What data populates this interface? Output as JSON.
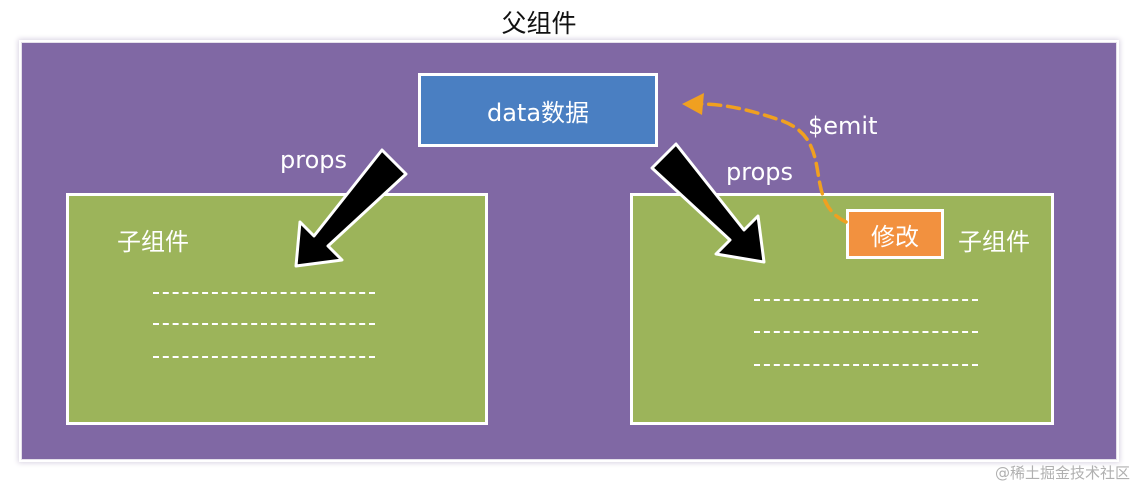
{
  "parent": {
    "title": "父组件"
  },
  "data_box": {
    "label": "data数据"
  },
  "arrows": {
    "left_label": "props",
    "right_label": "props",
    "emit_label": "$emit"
  },
  "children": [
    {
      "label": "子组件",
      "dashed_lines": 3
    },
    {
      "label": "子组件",
      "dashed_lines": 3
    }
  ],
  "modify_button": {
    "label": "修改"
  },
  "watermark": "@稀土掘金技术社区",
  "colors": {
    "parent_bg": "#8068a4",
    "data_bg": "#4a7fc2",
    "child_bg": "#9cb45a",
    "button_bg": "#f2913f",
    "emit_arrow": "#f0a020"
  }
}
